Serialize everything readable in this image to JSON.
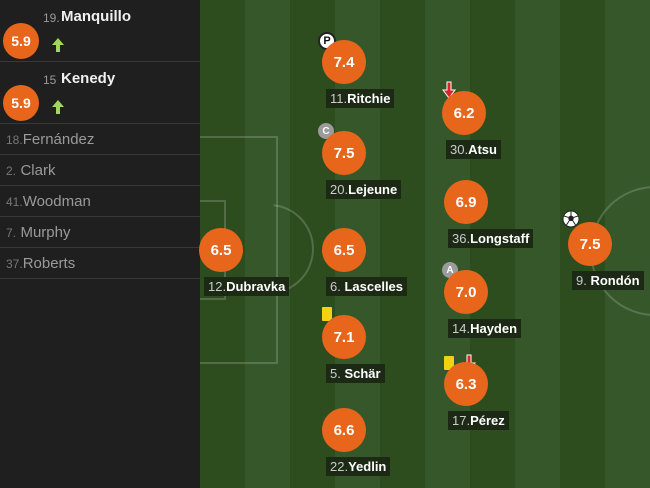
{
  "colors": {
    "rating": "#e8661b",
    "pitch_dark": "#2d4d1f",
    "pitch_light": "#35572a",
    "bench_bg": "#1f1f1f",
    "sub_on_arrow": "#a3d65c",
    "sub_off_arrow": "#d8262a",
    "yellow_card": "#f3d213"
  },
  "bench": {
    "subs": [
      {
        "rating": "5.9",
        "number": "19.",
        "name": "Manquillo",
        "icon": "sub-on-arrow-icon"
      },
      {
        "rating": "5.9",
        "number": "15",
        "name": "Kenedy",
        "icon": "sub-on-arrow-icon"
      }
    ],
    "unused": [
      {
        "number": "18.",
        "name": "Fernández"
      },
      {
        "number": "2.",
        "name": "Clark"
      },
      {
        "number": "41.",
        "name": "Woodman"
      },
      {
        "number": "7.",
        "name": "Murphy"
      },
      {
        "number": "37.",
        "name": "Roberts"
      }
    ]
  },
  "players": {
    "dubravka": {
      "rating": "6.5",
      "number": "12.",
      "name": "Dubravka"
    },
    "ritchie": {
      "rating": "7.4",
      "number": "11.",
      "name": "Ritchie",
      "icon": "motm-icon",
      "icon_text": "P"
    },
    "lejeune": {
      "rating": "7.5",
      "number": "20.",
      "name": "Lejeune",
      "icon": "captain-icon",
      "icon_text": "C"
    },
    "lascelles": {
      "rating": "6.5",
      "number": "6.",
      "name": "Lascelles"
    },
    "schar": {
      "rating": "7.1",
      "number": "5.",
      "name": "Schär",
      "icon": "yellow-card-icon"
    },
    "yedlin": {
      "rating": "6.6",
      "number": "22.",
      "name": "Yedlin"
    },
    "atsu": {
      "rating": "6.2",
      "number": "30.",
      "name": "Atsu",
      "icon": "sub-off-arrow-icon"
    },
    "longstaff": {
      "rating": "6.9",
      "number": "36.",
      "name": "Longstaff"
    },
    "hayden": {
      "rating": "7.0",
      "number": "14.",
      "name": "Hayden",
      "icon": "assist-icon",
      "icon_text": "A"
    },
    "perez": {
      "rating": "6.3",
      "number": "17.",
      "name": "Pérez",
      "icon": "yellow-card-and-sub-off-icon"
    },
    "rondon": {
      "rating": "7.5",
      "number": "9.",
      "name": "Rondón",
      "icon": "goal-ball-icon"
    }
  }
}
